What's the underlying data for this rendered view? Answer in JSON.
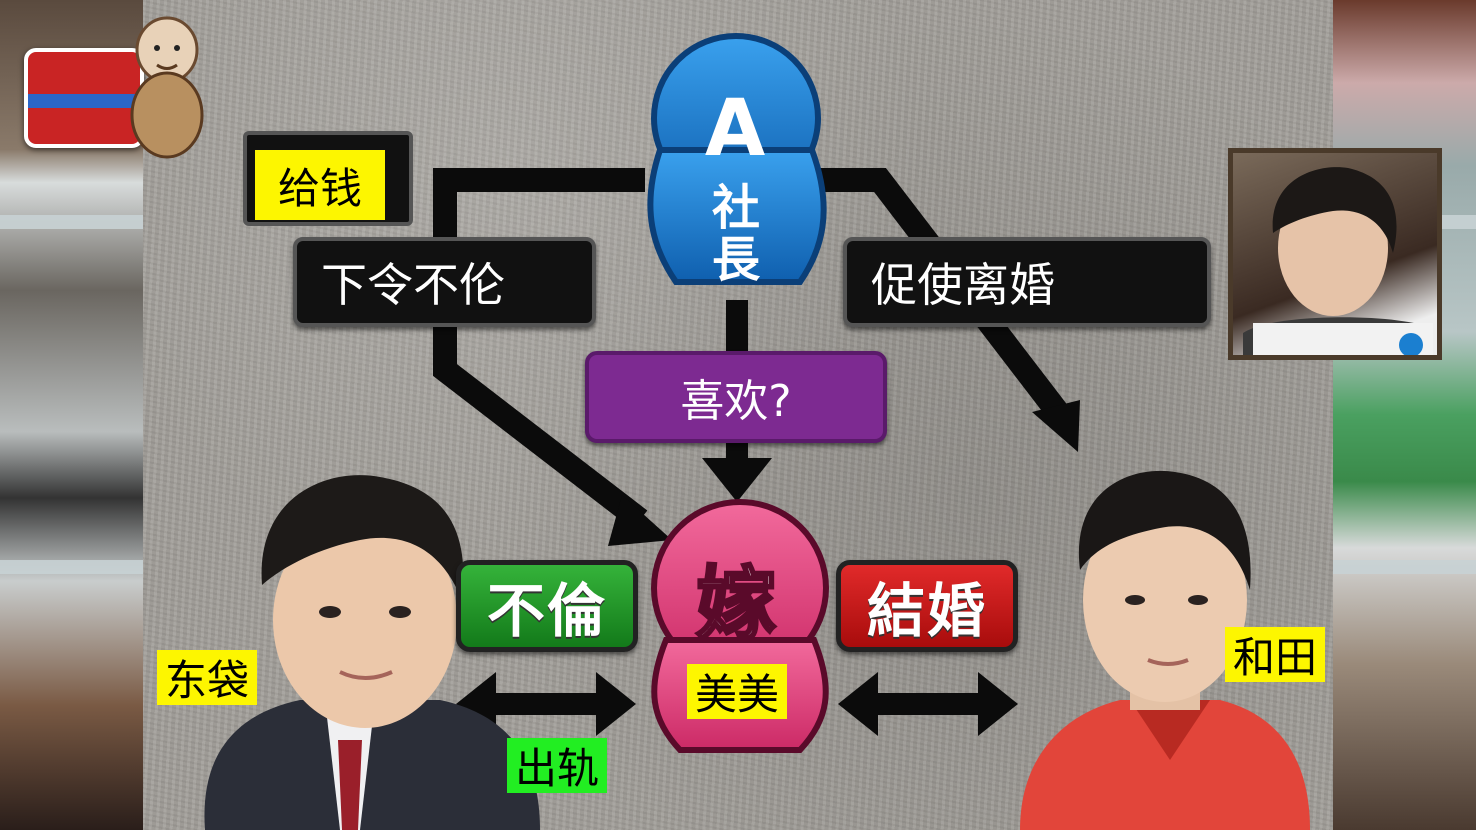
{
  "labels": {
    "gift": "给钱",
    "order_affair": "下令不伦",
    "push_divorce": "促使离婚",
    "like": "喜欢?",
    "cheat": "出轨"
  },
  "badges": {
    "affair": "不倫",
    "marriage": "結婚"
  },
  "nodes": {
    "president": {
      "letter": "A",
      "title_1": "社",
      "title_2": "長"
    },
    "wife": {
      "glyph": "嫁"
    }
  },
  "names": {
    "left_man": "东袋",
    "wife": "美美",
    "right_man": "和田"
  },
  "colors": {
    "president_blue": "#1b7fd0",
    "wife_pink": "#e2457e",
    "affair_green": "#1f9a26",
    "marriage_red": "#d41818",
    "like_purple": "#7d2a91",
    "label_black": "#111111",
    "tag_yellow": "#fdf600",
    "tag_green": "#22ee22"
  },
  "icons": {
    "show_logo": "show-logo-icon",
    "mascot": "mascot-icon"
  }
}
